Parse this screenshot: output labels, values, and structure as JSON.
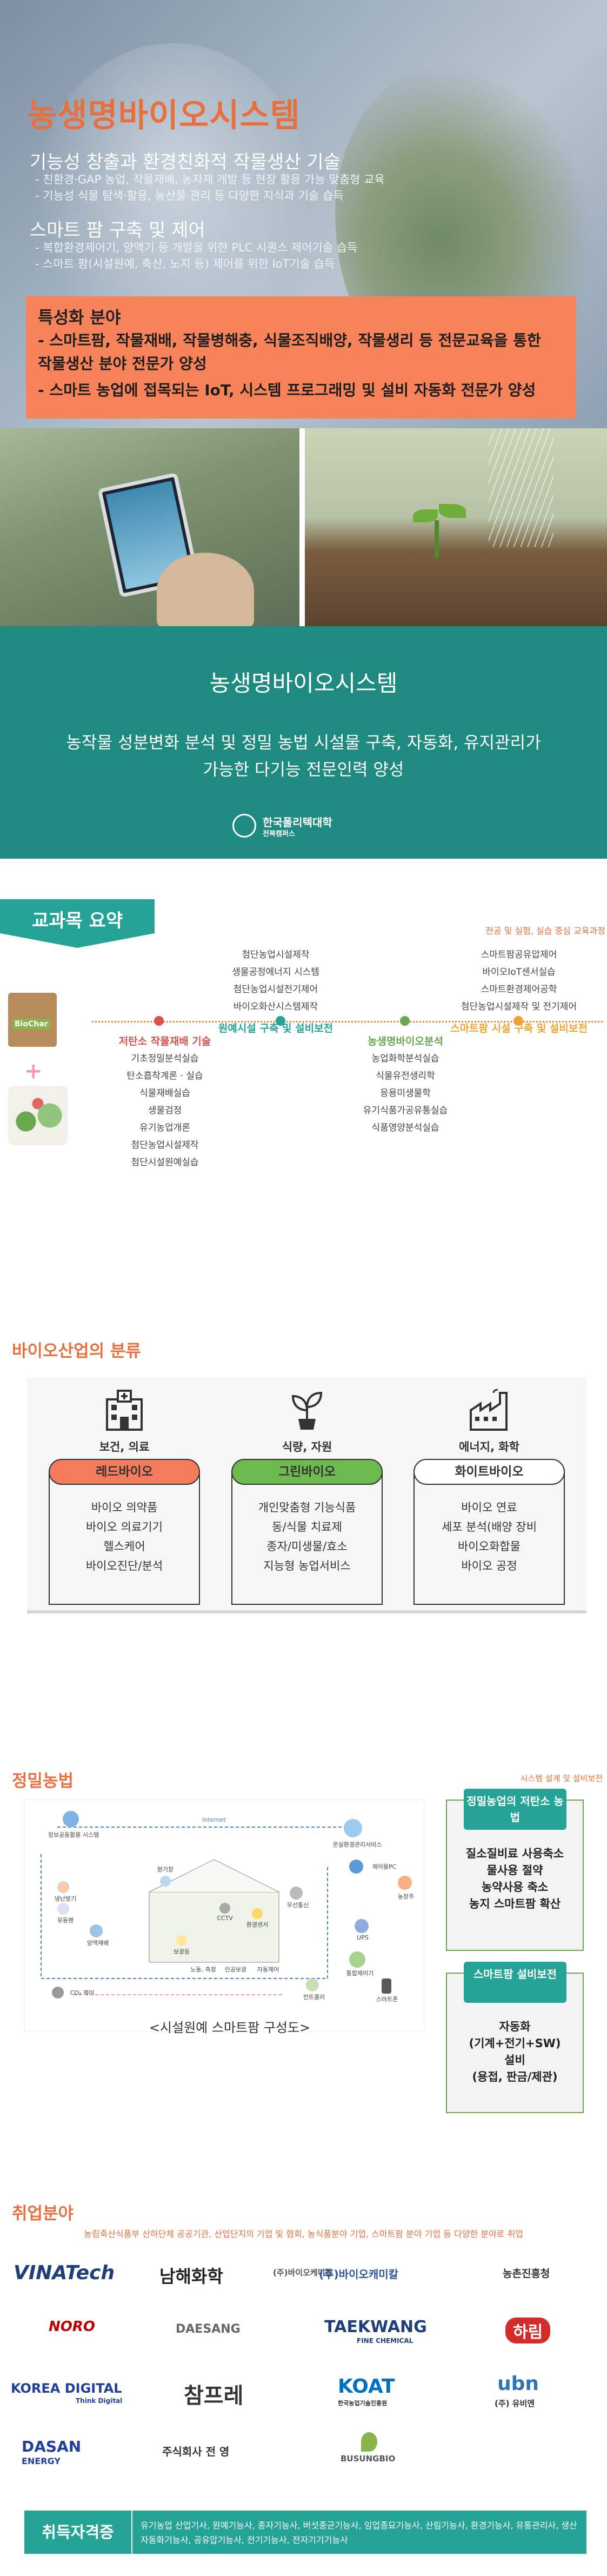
{
  "hero": {
    "title": "농생명바이오시스템",
    "section1_heading": "기능성 창출과 환경친화적 작물생산 기술",
    "section1_lines": [
      "- 친환경·GAP 농업, 작물재배, 농자재 개발 등 현장 활용 가능 맞춤형 교육",
      "- 기능성 식물 탐색·활용, 농산물 관리 등 다양한 지식과 기술 습득"
    ],
    "section2_heading": "스마트 팜 구축 및 제어",
    "section2_lines": [
      "- 복합환경제어기, 양액기 등 개발을 위한 PLC 시퀀스 제어기술 습득",
      "- 스마트 팜(시설원예, 축산, 노지 등) 제어를 위한 IoT기술 습득"
    ],
    "specialty_title": "특성화 분야",
    "specialty_lines": [
      "- 스마트팜, 작물재배, 작물병해충, 식물조직배양, 작물생리 등 전문교육을 통한",
      "  작물생산 분야 전문가 양성",
      "- 스마트 농업에 접목되는 IoT, 시스템 프로그래밍 및 설비 자동화 전문가 양성"
    ],
    "accent_color": "#e8703f",
    "specialty_bg": "#f7835b"
  },
  "intro": {
    "title": "농생명바이오시스템",
    "desc_line1": "농작물 성분변화 분석 및 정밀 농법 시설물 구축, 자동화, 유지관리가",
    "desc_line2": "가능한 다기능 전문인력 양성",
    "school_name": "한국폴리텍대학",
    "campus": "전북캠퍼스",
    "bg_color": "#1f8a80"
  },
  "curriculum": {
    "tag": "교과목 요약",
    "note": "전공 및 실험, 실습 중심 교육과정",
    "biochar_label": "BioChar",
    "plus": "+",
    "top_left": {
      "items": [
        "첨단농업시설제작",
        "생물공정에너지 시스템",
        "첨단농업시설전기제어",
        "바이오화산시스템제작"
      ],
      "heading": "원예시설 구축 및 설비보전"
    },
    "top_right": {
      "items": [
        "스마트팜공유압제어",
        "바이오IoT센서실습",
        "스마트환경제어공학",
        "첨단농업시설제작 및 전기제어"
      ],
      "heading": "스마트팜 시설 구축 및 설비보전"
    },
    "bottom_left": {
      "heading": "저탄소 작물재배 기술",
      "items": [
        "기초정밀분석실습",
        "탄소흡착계론 · 실습",
        "식물재배실습",
        "생물검정",
        "유기농업개론",
        "첨단농업시설제작",
        "첨단시설원예실습"
      ]
    },
    "bottom_right": {
      "heading": "농생명바이오분석",
      "items": [
        "농업화학분석실습",
        "식물유전생리학",
        "응용미생물학",
        "유기식품가공유통실습",
        "식품영양분석실습"
      ]
    },
    "dot_colors": [
      "#d9534f",
      "#25a396",
      "#6aa84f",
      "#f0a330"
    ]
  },
  "bio": {
    "title": "바이오산업의 분류",
    "columns": [
      {
        "icon": "hospital-icon",
        "caption": "보건, 의료",
        "pill": "레드바이오",
        "color": "#f47c5c",
        "items": [
          "바이오 의약품",
          "바이오 의료기기",
          "헬스케어",
          "바이오진단/분석"
        ]
      },
      {
        "icon": "sprout-icon",
        "caption": "식량, 자원",
        "pill": "그린바이오",
        "color": "#6dbb4f",
        "items": [
          "개인맞춤형 기능식품",
          "동/식물 치료제",
          "종자/미생물/효소",
          "지능형 농업서비스"
        ]
      },
      {
        "icon": "factory-icon",
        "caption": "에너지, 화학",
        "pill": "화이트바이오",
        "color": "#ffffff",
        "items": [
          "바이오 연료",
          "세포 분석(배양 장비",
          "바이오화합물",
          "바이오 공정"
        ]
      }
    ]
  },
  "precision": {
    "title": "정밀농법",
    "note": "시스템 설계 및 설비보전",
    "diagram_caption": "<시설원예 스마트팜 구성도>",
    "labels": [
      "정보공동활용 시스템",
      "Internet",
      "온실환경관리서비스",
      "제어용PC",
      "농장주",
      "CCTV",
      "환경센서",
      "무선통신",
      "UPS",
      "통합제어기",
      "컨트롤러",
      "양액재배",
      "CO₂ 제어",
      "냉난방기",
      "유동팬",
      "보광등",
      "환기창",
      "노동, 측정",
      "인공보광",
      "자동제어",
      "스마트폰"
    ],
    "box1": {
      "head": "정밀농업의 저탄소 농법",
      "items": [
        "질소질비료 사용축소",
        "물사용 절약",
        "농약사용 축소",
        "농지 스마트팜 확산"
      ]
    },
    "box2": {
      "head": "스마트팜 설비보전",
      "items": [
        "자동화",
        "(기계+전기+SW)",
        "설비",
        "(용접, 판금/제관)"
      ]
    }
  },
  "jobs": {
    "title": "취업분야",
    "note": "농림축산식품부 산하단체 공공기관, 산업단지의 기업 및 협회, 농식품분야 기업, 스마트팜 분야 기업 등 다양한 분야로 취업",
    "logos": [
      "VINATech",
      "남해화학",
      "(주)바이오케미칼",
      "(주)바이오캐미칼",
      "농촌진흥청",
      "NORO",
      "DAESANG",
      "TAEKWANG",
      "FINE CHEMICAL",
      "하림",
      "KOREA DIGITAL",
      "Think Digital",
      "참프레",
      "KOAT",
      "한국농업기술진흥원",
      "ubn",
      "(주) 유비엔",
      "DASAN",
      "ENERGY",
      "주식회사 전 영",
      "BUSUNGBIO"
    ],
    "cert_label": "취득자격증",
    "cert_text": "유기농업 산업기사, 원예기능사, 종자기능사, 버섯종균기능사, 임업종묘기능사, 산림기능사, 환경기능사, 유통관리사, 생산자동화기능사, 공유압기능사, 전기기능사, 전자기기기능사"
  }
}
